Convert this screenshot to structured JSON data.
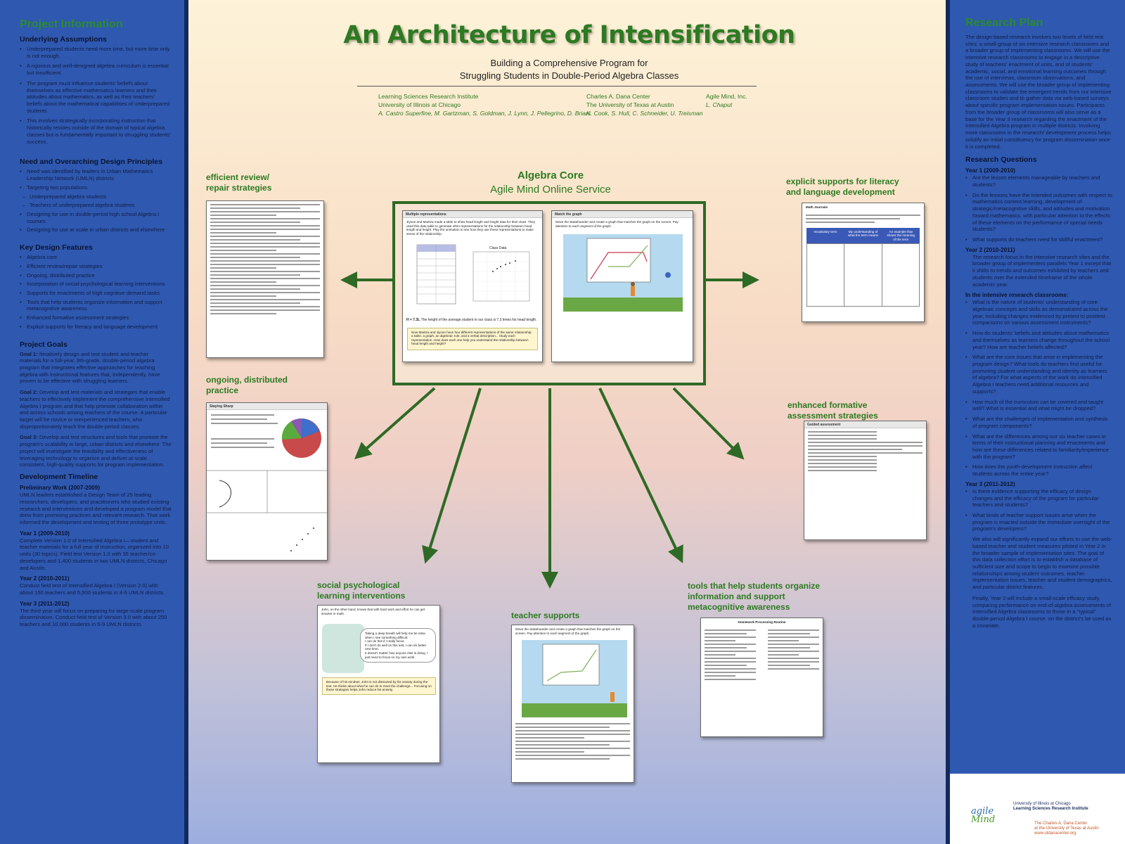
{
  "left": {
    "project_info_title": "Project Information",
    "underlying_title": "Underlying Assumptions",
    "underlying": [
      "Underprepared students need more time, but more time only is not enough.",
      "A rigorous and well-designed algebra curriculum is essential but insufficient.",
      "The program must influence students' beliefs about themselves as effective mathematics learners and their attitudes about mathematics, as well as their teachers' beliefs about the mathematical capabilities of underprepared students.",
      "This involves strategically incorporating instruction that historically resides outside of the domain of typical algebra classes but is fundamentally important to struggling students' success."
    ],
    "need_title": "Need and Overarching Design Principles",
    "need": [
      "Need was identified by leaders in Urban Mathematics Leadership Network (UMLN) districts",
      "Targeting two populations",
      "Underprepared algebra students",
      "Teachers of underprepared algebra students",
      "Designing for use in double-period high school Algebra I courses.",
      "Designing for use at scale in urban districts and elsewhere"
    ],
    "features_title": "Key Design Features",
    "features": [
      "Algebra core",
      "Efficient review/repair strategies",
      "Ongoing, distributed practice",
      "Incorporation of social-psychological learning interventions",
      "Supports for enactments of high cognitive demand tasks",
      "Tools that help students organize information and support metacognitive awareness",
      "Enhanced formative assessment strategies",
      "Explicit supports for literacy and language development"
    ],
    "goals_title": "Project Goals",
    "goal1_label": "Goal 1:",
    "goal1": "Iteratively design and test student and teacher materials for a full-year, 9th-grade, double-period algebra program that integrates effective approaches for teaching algebra with instructional features that, independently, have proven to be effective with struggling learners.",
    "goal2_label": "Goal 2:",
    "goal2": "Develop and test materials and strategies that enable teachers to effectively implement the comprehensive Intensified Algebra I program and that help promote collaboration within and across schools among teachers of the course. A particular target will be novice or inexperienced teachers, who disproportionately teach the double-period classes.",
    "goal3_label": "Goal 3:",
    "goal3": "Develop and test structures and tools that promote the program's scalability in large, urban districts and elsewhere. The project will investigate the feasibility and effectiveness of leveraging technology to organize and deliver at scale consistent, high-quality supports for program implementation.",
    "timeline_title": "Development Timeline",
    "prelim_title": "Preliminary Work (2007-2009)",
    "prelim": "UMLN leaders established a Design Team of 25 leading researchers, developers, and practitioners who studied existing research and interventions and developed a program model that drew from promising practices and relevant research. That work informed the development and testing of three prototype units.",
    "y1_title": "Year 1 (2009-2010)",
    "y1": "Complete Version 1.0 of Intensified Algebra I—student and teacher materials for a full year of instruction, organized into 10 units (30 topics). Field test Version 1.0 with 35 teacher/co-developers and 1,400 students in two UMLN districts, Chicago and Austin.",
    "y2_title": "Year 2 (2010-2011)",
    "y2": "Conduct field test of Intensified Algebra I (Version 2.0) with about 150 teachers and 5,500 students in 4-6 UMLN districts.",
    "y3_title": "Year 3 (2011-2012)",
    "y3": "The third year will focus on preparing for large-scale program dissemination. Conduct field test of Version 3.0 with about 250 teachers and 10,000 students in 6-9 UMLN districts."
  },
  "header": {
    "title": "An Architecture of Intensification",
    "subtitle_1": "Building a Comprehensive Program for",
    "subtitle_2": "Struggling Students in Double-Period Algebra Classes",
    "aff1_line1": "Learning Sciences Research Institute",
    "aff1_line2": "University of Illinois at Chicago",
    "aff1_names": "A. Castro Superfine, M. Gartzman, S. Goldman, J. Lynn, J. Pellegrino, D. Briars",
    "aff2_line1": "Charles A. Dana Center",
    "aff2_line2": "The University of Texas at Austin",
    "aff2_names": "K. Cook, S. Hull, C. Schneider, U. Treisman",
    "aff3_line1": "Agile Mind, Inc.",
    "aff3_names": "L. Chaput"
  },
  "diagram": {
    "core_title": "Algebra Core",
    "core_sub": "Agile Mind Online Service",
    "efficient_review": "efficient review/ repair strategies",
    "ongoing": "ongoing, distributed practice",
    "social": "social psychological learning interventions",
    "teacher": "teacher supports",
    "tools": "tools that help students organize information and support metacognitive awareness",
    "formative": "enhanced formative assessment strategies",
    "literacy": "explicit supports for literacy and language development",
    "shot_multirep": "Multiple representations",
    "shot_graph": "Match the graph",
    "shot_graph_instr": "Move the skateboarder and create a graph that matches the graph on the screen. Pay attention to each segment of the graph.",
    "shot_multirep_text": "Jiyoon and Maritza made a table to show head length and height data for their class. They used this data table to generate other representations for the relationship between head length and height. Play the animation to see how they use these representations to make sense of the relationship.",
    "shot_class_data": "Class Data",
    "shot_formula": "H = 7.3L",
    "shot_formula_text": "The height of the average student in our class is 7.3 times his head length.",
    "shot_bottom_text": "Now Maritza and Jiyoon have four different representations of the same relationship: a table, a graph, an algebraic rule, and a verbal description... Study each representation. How does each one help you understand the relationship between head length and height?",
    "shot_math_journals": "Math Journals",
    "shot_guided": "Guided assessment",
    "shot_staying_sharp": "Staying Sharp",
    "shot_social_text": "John, on the other hand, knows that with hard work and effort he can get smarter in math.",
    "shot_social_caption": "Because of his mindset, John is not distracted by his anxiety during the test. He thinks about what he can do to meet the challenge... Focusing on these strategies helps John reduce his anxiety.",
    "shot_thought_bubble": [
      "Taking a deep breath will help me be relax when I see something difficult.",
      "I can do this if I really focus.",
      "If I don't do well on this test, I can do better next time.",
      "It doesn't matter how anyone else is doing. I just need to focus on my own work."
    ],
    "shot_homework": "Homework Processing Routine",
    "shot_vocab": [
      "Vocabulary term",
      "My understanding of what the term means",
      "An example that shows the meaning of the term"
    ]
  },
  "right": {
    "plan_title": "Research Plan",
    "plan_text": "The design-based research involves two levels of field test sites: a small group of six intensive research classrooms and a broader group of implementing classrooms. We will use the intensive research classrooms to engage in a descriptive study of teachers' enactment of units, and of students' academic, social, and emotional learning outcomes through the use of interviews, classroom observations, and assessments. We will use the broader group of implementing classrooms to validate the emergent trends from our intensive classroom studies and to gather data via web-based surveys about specific program implementation issues. Participants from the broader group of classrooms will also serve as a base for the Year 3 research regarding the enactment of the Intensified Algebra program in multiple districts. Involving more classrooms in the research/ development process helps solidify an initial constituency for program dissemination once it is completed.",
    "questions_title": "Research Questions",
    "q_y1_title": "Year 1 (2009-2010)",
    "q_y1": [
      "Are the lesson elements manageable by teachers and students?",
      "Do the lessons have the intended outcomes with respect to mathematics content learning, development of strategic/metacognitive skills, and attitudes and motivation toward mathematics, with particular attention to the effects of these elements on the performance of special needs students?",
      "What supports do teachers need for skillful enactment?"
    ],
    "q_y2_title": "Year 2 (2010-2011)",
    "q_y2": "The research focus in the intensive research sites and the broader group of implementers parallels Year 1 except that it shifts to trends and outcomes exhibited by teachers and students over the extended timeframe of the whole academic year.",
    "q_intensive_title": "In the intensive research classrooms:",
    "q_intensive": [
      "What is the nature of students' understanding of core algebraic concepts and skills as demonstrated across the year, including changes evidenced by pretest to posttest comparisons on various assessment instruments?",
      "How do students' beliefs and attitudes about mathematics and themselves as learners change throughout the school year? How are teacher beliefs affected?",
      "What are the core issues that arise in implementing the program design? What tools do teachers find useful for promoting student understanding and identity as learners of algebra? For what aspects of the work do Intensified Algebra I teachers need additional resources and supports?",
      "How much of the curriculum can be covered and taught well? What is essential and what might be dropped?",
      "What are the challenges of implementation and synthesis of program components?",
      "What are the differences among our six teacher cases in terms of their instructional planning and enactments and how are these differences related to familiarity/experience with the program?",
      "How does the youth-development instruction affect students across the entire year?"
    ],
    "q_y3_title": "Year 3 (2011-2012)",
    "q_y3": [
      "Is there evidence supporting the efficacy of design changes and the efficacy of the program for particular teachers and students?",
      "What kinds of teacher support issues arise when the program is enacted outside the immediate oversight of the program's developers?"
    ],
    "q_y3_p1": "We also will significantly expand our efforts to use the web-based teacher and student measures piloted in Year 2 in the broader sample of implementation sites. The goal of this data collection effort is to establish a database of sufficient size and scope to begin to examine possible relationships among student outcomes, teacher implementation issues, teacher and student demographics, and particular district features.",
    "q_y3_p2": "Finally, Year 3 will include a small-scale efficacy study, comparing performance on end-of-algebra assessments of Intensified Algebra classrooms to those in a \"typical\" double-period Algebra I course. on the district's be used as a covariate.",
    "logo_agile_1": "agile",
    "logo_agile_2": "Mind",
    "logo_lsri_1": "University of Illinois at Chicago",
    "logo_lsri_2": "Learning Sciences Research Institute",
    "logo_dana_1": "The Charles A. Dana Center",
    "logo_dana_2": "at the University of Texas at Austin",
    "logo_dana_3": "www.utdanacenter.org"
  },
  "colors": {
    "accent_green": "#2d7a22",
    "column_blue": "#2f58b0",
    "arrow_green": "#2e6a25"
  }
}
